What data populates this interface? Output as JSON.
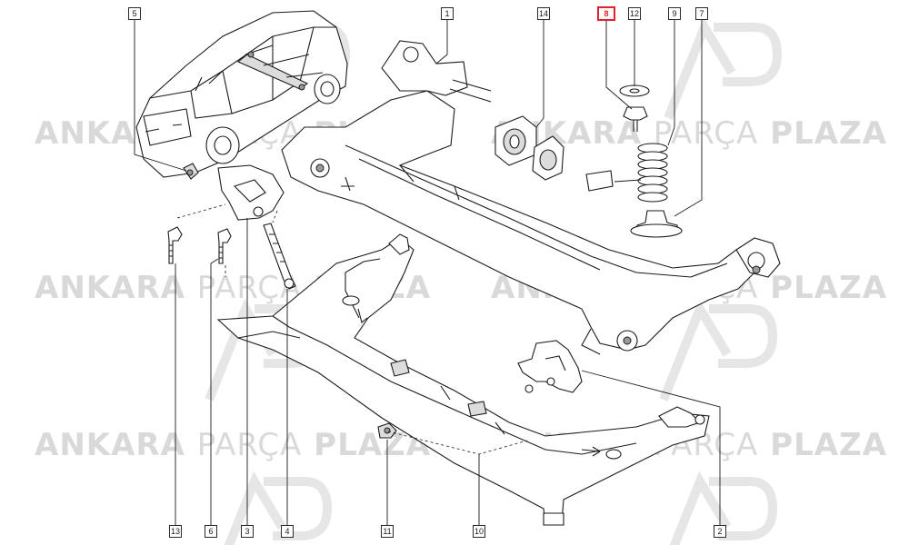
{
  "watermark": {
    "word1": "ANKARA",
    "word2": "PARÇA",
    "word3": "PLAZA"
  },
  "callouts": [
    {
      "label": "5",
      "highlighted": false
    },
    {
      "label": "1",
      "highlighted": false
    },
    {
      "label": "14",
      "highlighted": false
    },
    {
      "label": "8",
      "highlighted": true
    },
    {
      "label": "12",
      "highlighted": false
    },
    {
      "label": "9",
      "highlighted": false
    },
    {
      "label": "7",
      "highlighted": false
    },
    {
      "label": "13",
      "highlighted": false
    },
    {
      "label": "6",
      "highlighted": false
    },
    {
      "label": "3",
      "highlighted": false
    },
    {
      "label": "4",
      "highlighted": false
    },
    {
      "label": "11",
      "highlighted": false
    },
    {
      "label": "10",
      "highlighted": false
    },
    {
      "label": "2",
      "highlighted": false
    }
  ],
  "colors": {
    "highlight": "#e0222b",
    "line": "#1b1b1b",
    "watermark": "#d9d9d9"
  }
}
